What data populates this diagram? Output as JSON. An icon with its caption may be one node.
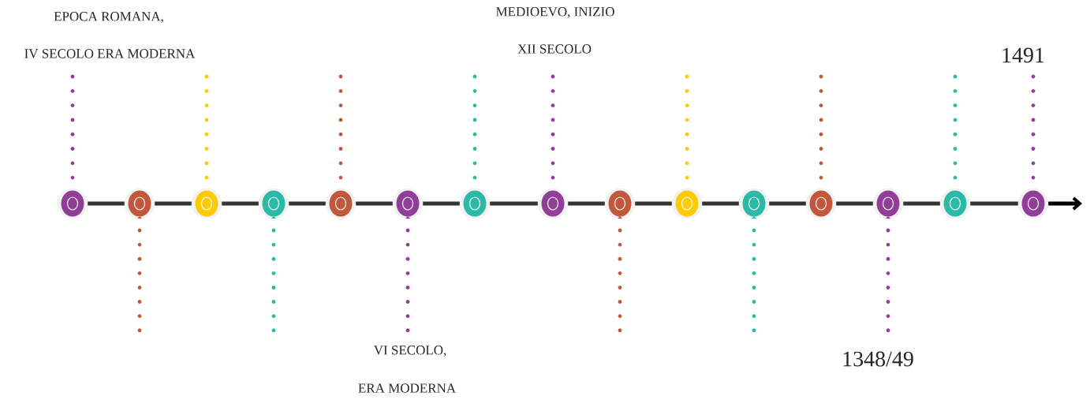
{
  "diagram": {
    "nodes": [
      {
        "text": [],
        "shape": "circle"
      },
      {
        "text": [],
        "shape": "circle"
      },
      {
        "text": [],
        "shape": "circle"
      },
      {
        "text": [],
        "shape": "circle"
      },
      {
        "text": [],
        "shape": "circle"
      },
      {
        "text": [],
        "shape": "circle"
      },
      {
        "text": [],
        "shape": "circle"
      },
      {
        "text": [],
        "shape": "circle"
      },
      {
        "text": [],
        "shape": "circle"
      },
      {
        "text": [],
        "shape": "circle"
      },
      {
        "text": [],
        "shape": "circle"
      },
      {
        "text": [],
        "shape": "circle"
      },
      {
        "text": [],
        "shape": "circle"
      },
      {
        "text": [],
        "shape": "circle"
      },
      {
        "text": [],
        "shape": "circle"
      }
    ],
    "edges": [
      {
        "from": 0,
        "to": 1,
        "arrow": "none"
      },
      {
        "from": 1,
        "to": 2,
        "arrow": "none"
      },
      {
        "from": 2,
        "to": 3,
        "arrow": "none"
      },
      {
        "from": 3,
        "to": 4,
        "arrow": "none"
      },
      {
        "from": 4,
        "to": 5,
        "arrow": "none"
      },
      {
        "from": 5,
        "to": 6,
        "arrow": "none"
      },
      {
        "from": 6,
        "to": 7,
        "arrow": "none"
      },
      {
        "from": 7,
        "to": 8,
        "arrow": "none"
      },
      {
        "from": 8,
        "to": 9,
        "arrow": "none"
      },
      {
        "from": 9,
        "to": 10,
        "arrow": "none"
      },
      {
        "from": 10,
        "to": 11,
        "arrow": "none"
      },
      {
        "from": 11,
        "to": 12,
        "arrow": "none"
      },
      {
        "from": 12,
        "to": 13,
        "arrow": "none"
      },
      {
        "from": 13,
        "to": 14,
        "arrow": "none"
      },
      {
        "from": 14,
        "to": null,
        "arrow": "to",
        "color": "#000000"
      }
    ],
    "labels": [
      "EPOCA ROMANA,",
      "IV SECOLO ERA MODERNA",
      "MEDIOEVO, INIZIO",
      "XII SECOLO",
      "1491",
      "VI SECOLO,",
      "ERA MODERNA",
      "1348/49"
    ]
  }
}
